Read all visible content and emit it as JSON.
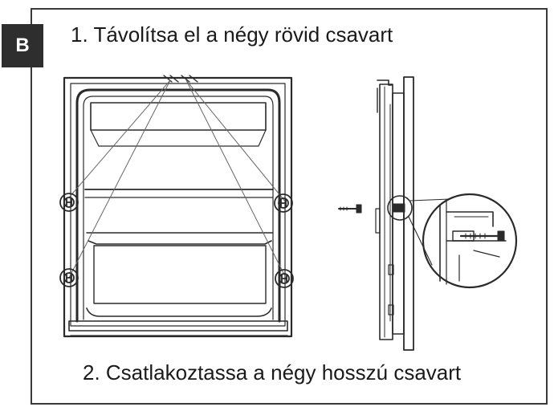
{
  "panel": {
    "badge": "B",
    "step1": "1. Távolítsa el a négy rövid csavart",
    "step2": "2. Csatlakoztassa a négy hosszú csavart"
  },
  "colors": {
    "line": "#2a2a2a",
    "badge_bg": "#2e2e2e",
    "frame": "#3a3a3a"
  },
  "icons": {
    "screw_marker": "circled-screw-icon",
    "screw": "long-screw-icon",
    "zoom": "magnified-detail"
  }
}
